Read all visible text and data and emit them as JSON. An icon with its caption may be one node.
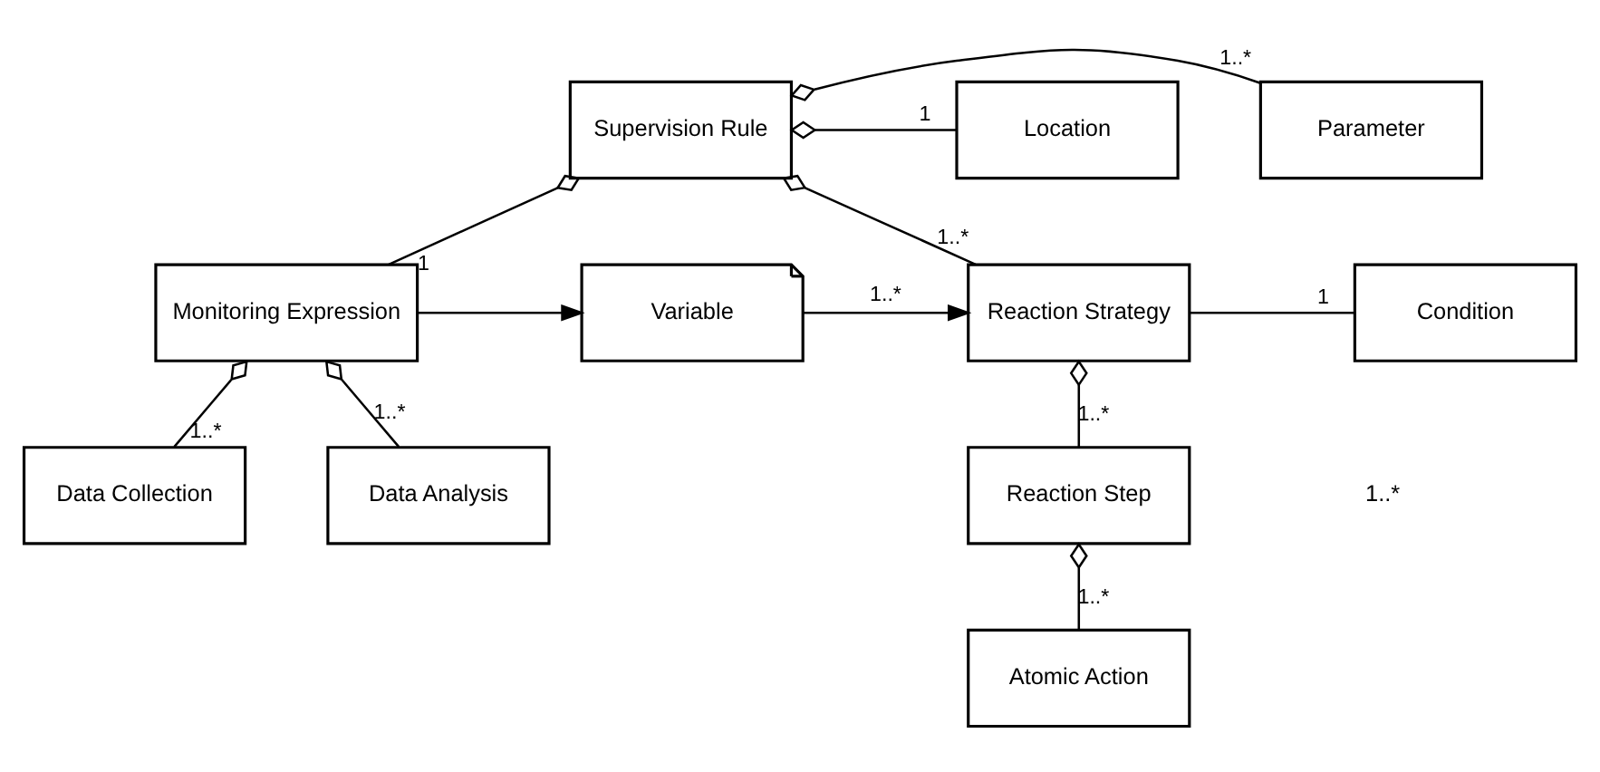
{
  "diagram": {
    "nodes": [
      {
        "text": [
          "Parameter"
        ]
      },
      {
        "text": [
          "Supervision Rule"
        ]
      },
      {
        "text": [
          "Location"
        ]
      },
      {
        "text": [
          "Monitoring Expression"
        ]
      },
      {
        "text": [
          "Variable"
        ]
      },
      {
        "text": [
          "Reaction Strategy"
        ]
      },
      {
        "text": [
          "Condition"
        ]
      },
      {
        "text": [
          "Data Collection"
        ]
      },
      {
        "text": [
          "Data Analysis"
        ]
      },
      {
        "text": [
          "Reaction Step"
        ]
      },
      {
        "text": [
          "Atomic Action"
        ]
      }
    ],
    "edges": [
      {
        "from": 1,
        "to": 0,
        "arrow": "other",
        "label": "1..*"
      },
      {
        "from": 1,
        "to": 2,
        "arrow": "other",
        "label": "1"
      },
      {
        "from": 1,
        "to": 3,
        "arrow": "other",
        "label": "1"
      },
      {
        "from": 1,
        "to": 5,
        "arrow": "other",
        "label": "1..*"
      },
      {
        "from": 3,
        "to": 4,
        "arrow": "to"
      },
      {
        "from": 4,
        "to": 5,
        "arrow": "to",
        "label": "1..*"
      },
      {
        "from": 5,
        "to": 6,
        "arrow": "none",
        "label": "1"
      },
      {
        "from": 3,
        "to": 7,
        "arrow": "other",
        "label": "1..*"
      },
      {
        "from": 3,
        "to": 8,
        "arrow": "other",
        "label": "1..*"
      },
      {
        "from": 5,
        "to": 9,
        "arrow": "other",
        "label": "1..*"
      },
      {
        "from": 9,
        "to": 10,
        "arrow": "other",
        "label": "1..*"
      }
    ],
    "labels": [
      "1..*"
    ]
  }
}
